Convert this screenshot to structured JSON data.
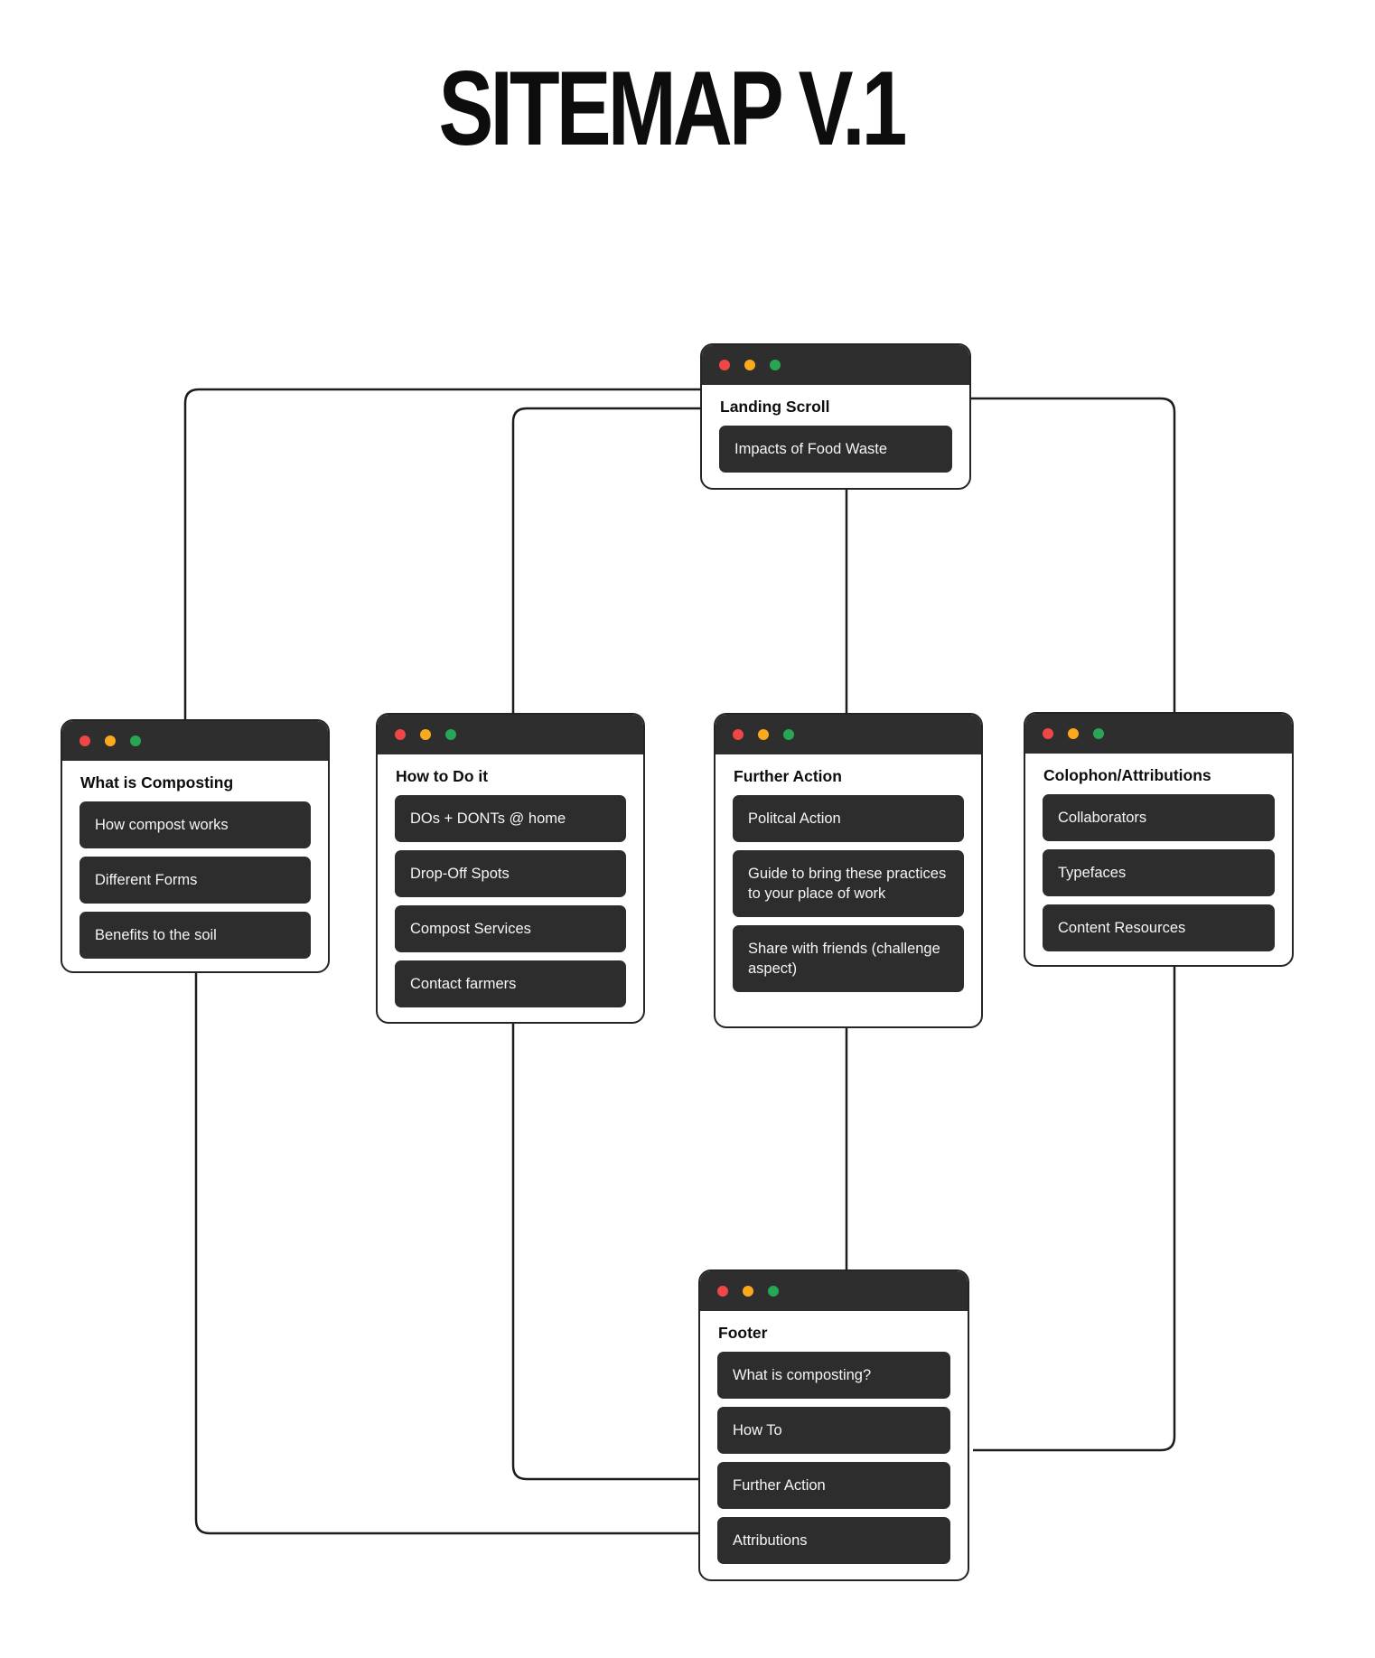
{
  "page": {
    "title": "SITEMAP V.1"
  },
  "colors": {
    "page_bg": "#ffffff",
    "header_bg": "#2e2e2e",
    "button_bg": "#2d2d2d",
    "button_text": "#f5f5f5",
    "card_border": "#252525",
    "title_text": "#0d0d0d",
    "line": "#1c1c1c",
    "dot_red": "#ef4646",
    "dot_yellow": "#fbaa1d",
    "dot_green": "#27a653"
  },
  "cards": [
    {
      "id": "landing-scroll",
      "title": "Landing Scroll",
      "items": [
        "Impacts of Food Waste"
      ]
    },
    {
      "id": "what-is-composting",
      "title": "What is Composting",
      "items": [
        "How compost works",
        "Different Forms",
        "Benefits to the soil"
      ]
    },
    {
      "id": "how-to-do-it",
      "title": "How to Do it",
      "items": [
        "DOs + DONTs @ home",
        "Drop-Off Spots",
        "Compost Services",
        "Contact farmers"
      ]
    },
    {
      "id": "further-action",
      "title": "Further Action",
      "items": [
        "Politcal Action",
        "Guide to bring these practices to your place of work",
        "Share with friends (challenge aspect)"
      ]
    },
    {
      "id": "colophon-attributions",
      "title": "Colophon/Attributions",
      "items": [
        "Collaborators",
        "Typefaces",
        "Content Resources"
      ]
    },
    {
      "id": "footer",
      "title": "Footer",
      "items": [
        "What is composting?",
        "How To",
        "Further Action",
        "Attributions"
      ]
    }
  ]
}
